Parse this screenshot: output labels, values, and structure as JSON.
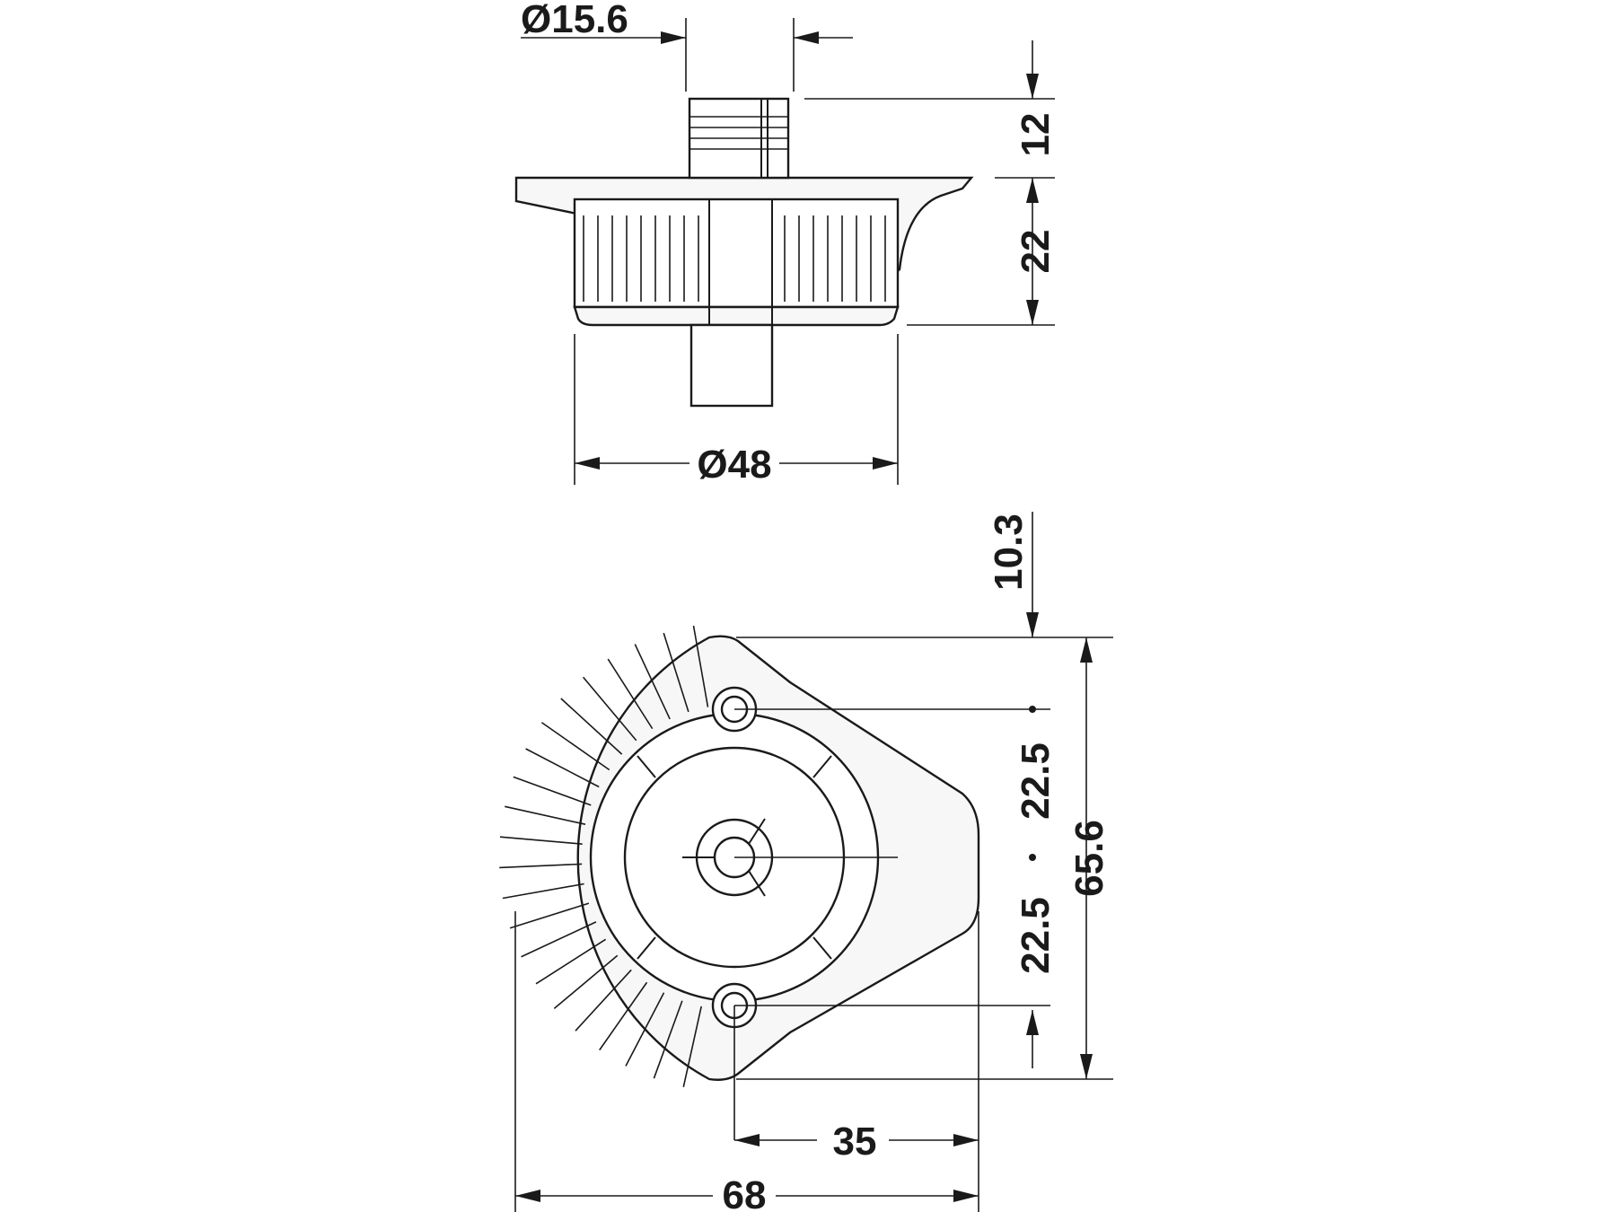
{
  "side_view": {
    "dimensions": {
      "stem_diameter": "Ø15.6",
      "body_diameter": "Ø48",
      "stem_height": "12",
      "body_height": "22"
    }
  },
  "plan_view": {
    "dimensions": {
      "top_offset": "10.3",
      "upper_spacing": "22.5",
      "lower_spacing": "22.5",
      "overall_height": "65.6",
      "hole_to_edge": "35",
      "overall_width": "68"
    }
  },
  "colors": {
    "line": "#1a1a1a",
    "background": "#ffffff"
  }
}
